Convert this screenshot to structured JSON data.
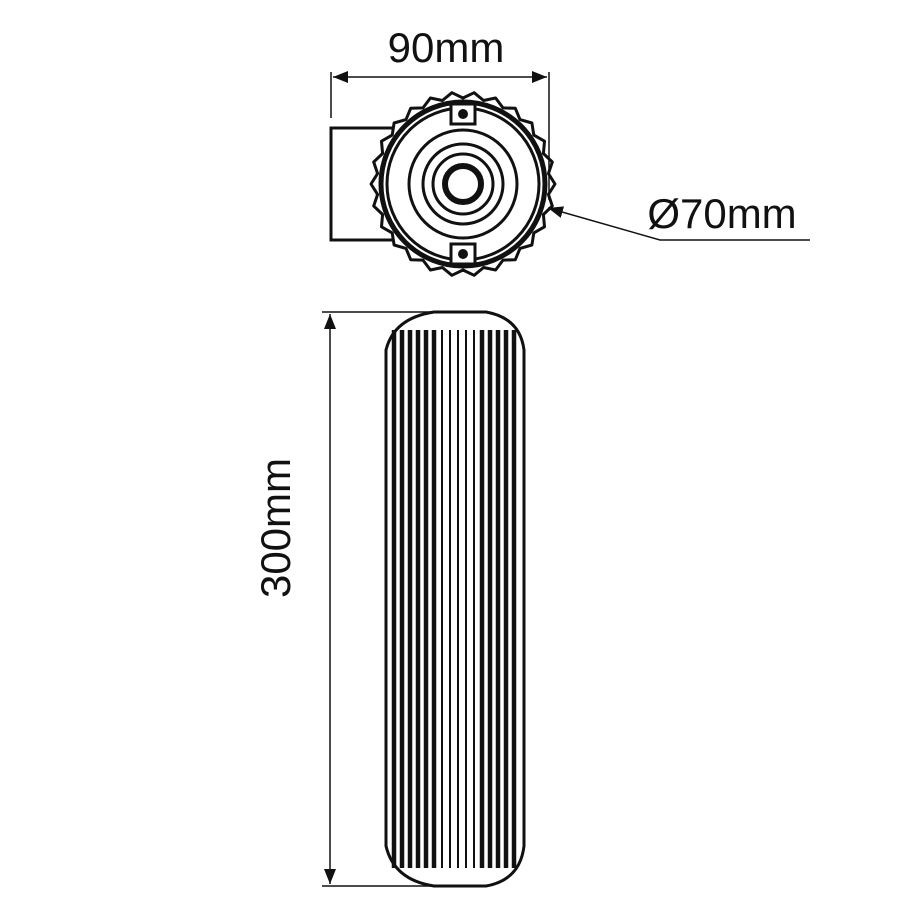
{
  "drawing": {
    "dimensions": {
      "width_label": "90mm",
      "diameter_label": "Ø70mm",
      "height_label": "300mm"
    },
    "colors": {
      "line": "#111111",
      "background": "#ffffff"
    }
  }
}
